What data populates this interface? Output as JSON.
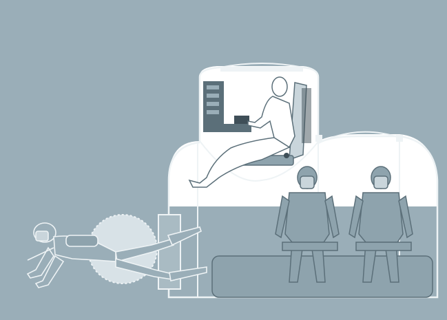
{
  "illustration": {
    "colors": {
      "background": "#9aaeb8",
      "outline": "#eef3f5",
      "air": "#ffffff",
      "water": "#9aaeb8",
      "figure_fill": "#8ea3ad",
      "figure_line": "#5b6f79",
      "dark": "#3f4f58",
      "porthole": "#d8e2e7"
    },
    "parts": [
      "habitat-chamber",
      "observation-dome",
      "pilot-seat",
      "control-panel",
      "seated-diver",
      "swimming-diver",
      "porthole",
      "entry-hatch",
      "bench"
    ]
  }
}
